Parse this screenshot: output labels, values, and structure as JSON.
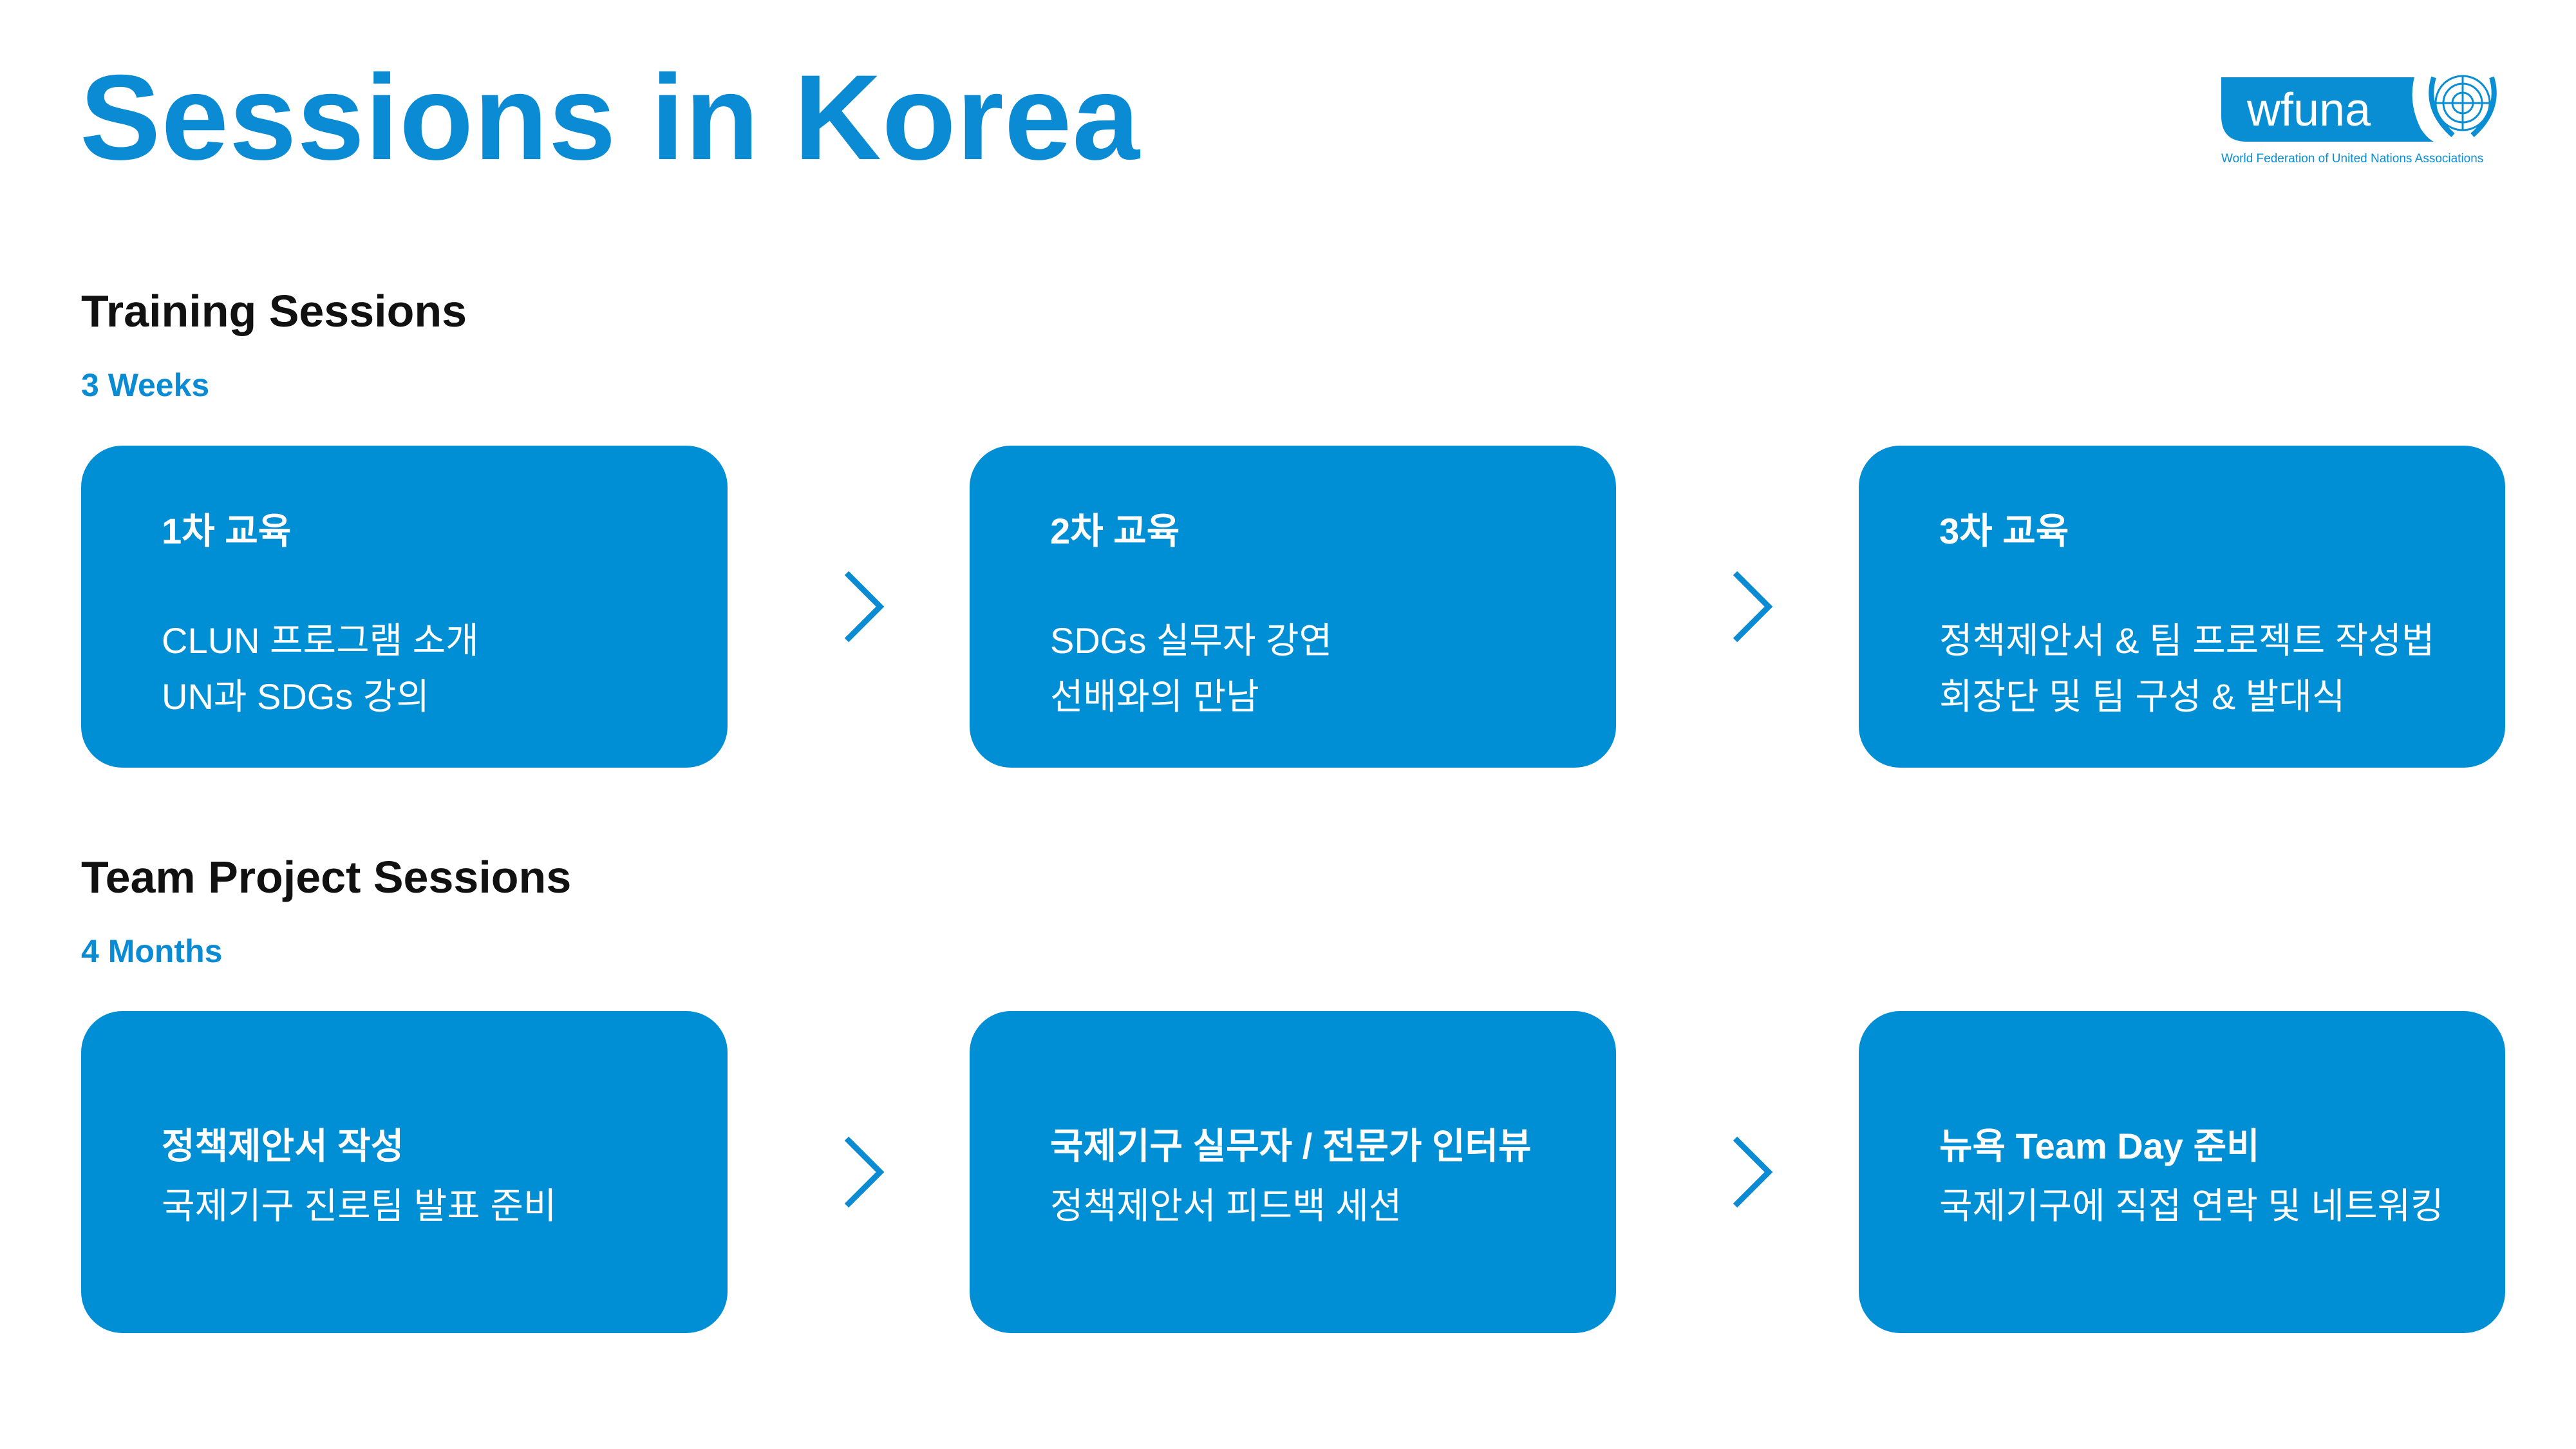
{
  "title": "Sessions in Korea",
  "logo": {
    "wordmark": "wfuna",
    "tagline": "World Federation of United Nations Associations"
  },
  "training": {
    "title": "Training Sessions",
    "duration": "3 Weeks",
    "cards": [
      {
        "heading": "1차 교육",
        "lines": [
          "CLUN 프로그램 소개",
          "UN과 SDGs 강의"
        ]
      },
      {
        "heading": "2차 교육",
        "lines": [
          "SDGs 실무자 강연",
          "선배와의 만남"
        ]
      },
      {
        "heading": "3차 교육",
        "lines": [
          "정책제안서 & 팀 프로젝트 작성법",
          "회장단 및 팀 구성 & 발대식"
        ]
      }
    ]
  },
  "team": {
    "title": "Team Project Sessions",
    "duration": "4 Months",
    "cards": [
      {
        "lines": [
          "정책제안서 작성",
          "국제기구 진로팀 발표 준비"
        ]
      },
      {
        "lines": [
          "국제기구 실무자 / 전문가 인터뷰",
          "정책제안서 피드백 세션"
        ]
      },
      {
        "lines": [
          "뉴욕 Team Day 준비",
          "국제기구에 직접 연락 및 네트워킹"
        ]
      }
    ]
  },
  "colors": {
    "accent": "#008fd5",
    "title": "#0a8bd3"
  }
}
